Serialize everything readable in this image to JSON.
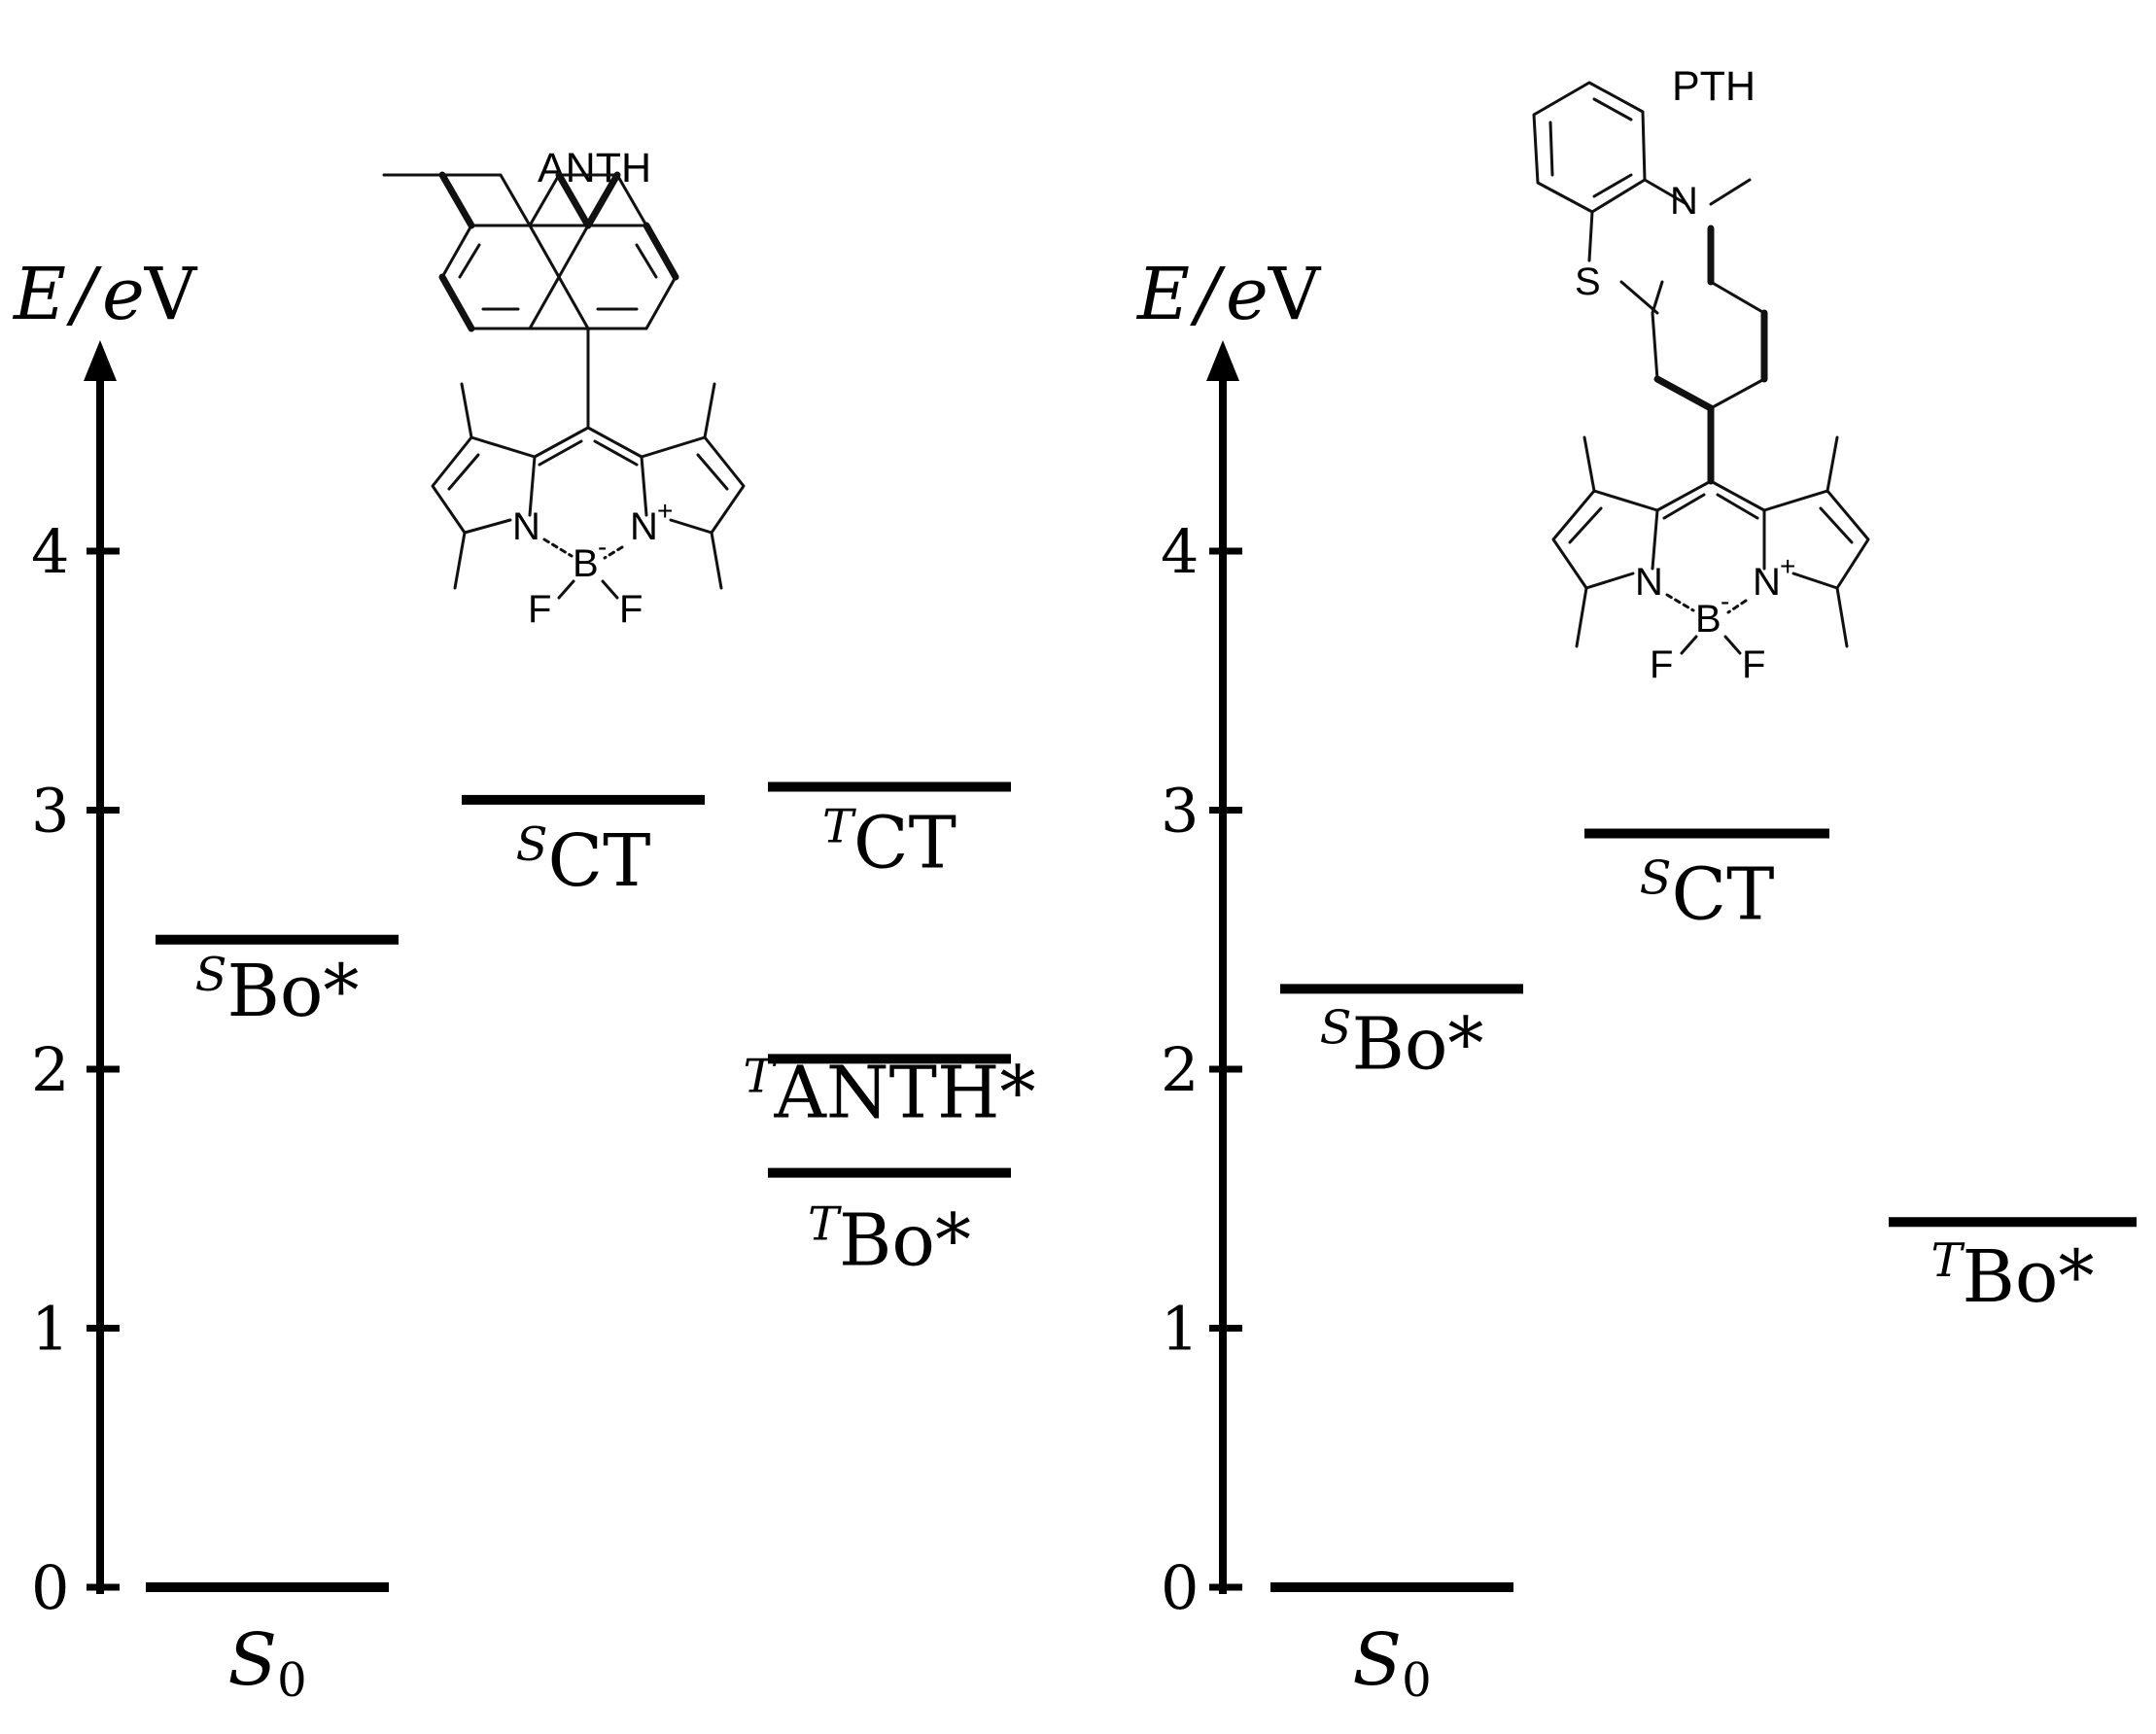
{
  "panels": [
    {
      "id": "anth",
      "axis": {
        "label_italic": "E",
        "label_sep": "/",
        "label_unit_italic": "e",
        "label_unit": "V",
        "ticks": [
          "0",
          "1",
          "2",
          "3",
          "4"
        ],
        "range": [
          0,
          4.7
        ]
      },
      "molecule": {
        "name": "ANTH"
      },
      "levels": [
        {
          "base": "S",
          "sub": "0",
          "sup": "",
          "energy": 0.0
        },
        {
          "base": "Bo*",
          "sub": "",
          "sup": "S",
          "energy": 2.5
        },
        {
          "base": "CT",
          "sub": "",
          "sup": "S",
          "energy": 3.04
        },
        {
          "base": "CT",
          "sub": "",
          "sup": "T",
          "energy": 3.09
        },
        {
          "base": "ANTH*",
          "sub": "",
          "sup": "T",
          "energy": 2.04
        },
        {
          "base": "Bo*",
          "sub": "",
          "sup": "T",
          "energy": 1.6
        }
      ]
    },
    {
      "id": "pth",
      "axis": {
        "label_italic": "E",
        "label_sep": "/",
        "label_unit_italic": "e",
        "label_unit": "V",
        "ticks": [
          "0",
          "1",
          "2",
          "3",
          "4"
        ],
        "range": [
          0,
          4.7
        ]
      },
      "molecule": {
        "name": "PTH"
      },
      "levels": [
        {
          "base": "S",
          "sub": "0",
          "sup": "",
          "energy": 0.0
        },
        {
          "base": "Bo*",
          "sub": "",
          "sup": "S",
          "energy": 2.31
        },
        {
          "base": "CT",
          "sub": "",
          "sup": "S",
          "energy": 2.91
        },
        {
          "base": "Bo*",
          "sub": "",
          "sup": "T",
          "energy": 1.41
        }
      ]
    }
  ],
  "atoms": {
    "N": "N",
    "N_plus": "N",
    "plus": "+",
    "B": "B",
    "minus": "-",
    "F": "F",
    "S": "S"
  }
}
